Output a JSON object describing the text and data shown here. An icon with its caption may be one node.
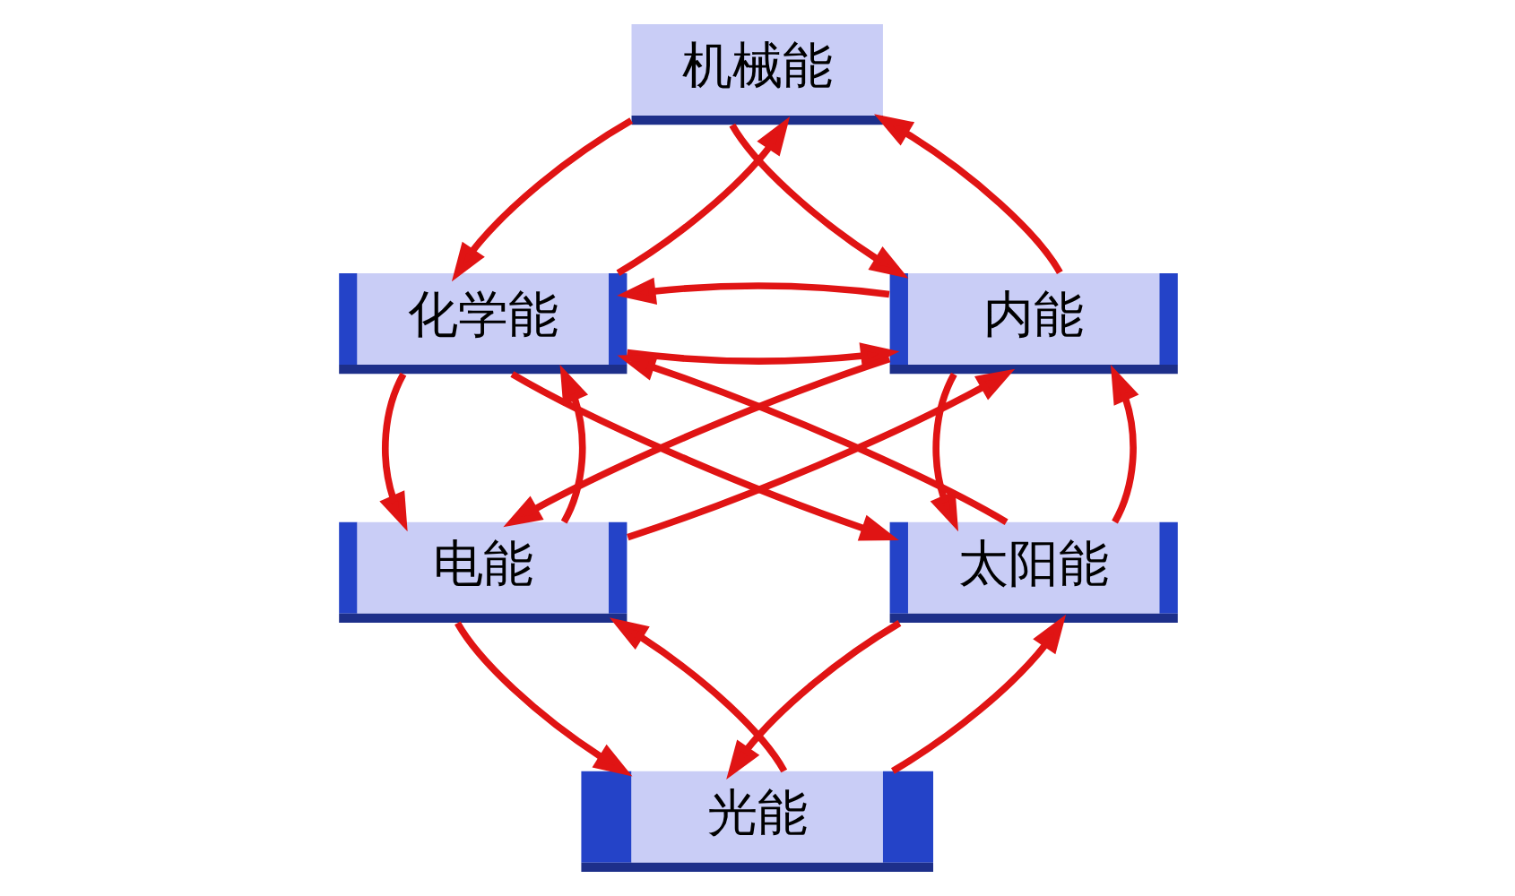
{
  "diagram": {
    "nodes": [
      {
        "text": [
          "机械能"
        ]
      },
      {
        "text": [
          "化学能"
        ]
      },
      {
        "text": [
          "内能"
        ]
      },
      {
        "text": [
          "电能"
        ]
      },
      {
        "text": [
          "太阳能"
        ]
      },
      {
        "text": [
          "光能"
        ]
      }
    ],
    "edges": [
      {
        "from": 0,
        "to": 1,
        "arrow": "to"
      },
      {
        "from": 1,
        "to": 0,
        "arrow": "to"
      },
      {
        "from": 0,
        "to": 2,
        "arrow": "to"
      },
      {
        "from": 2,
        "to": 0,
        "arrow": "to"
      },
      {
        "from": 1,
        "to": 2,
        "arrow": "to"
      },
      {
        "from": 2,
        "to": 1,
        "arrow": "to"
      },
      {
        "from": 1,
        "to": 3,
        "arrow": "to"
      },
      {
        "from": 3,
        "to": 1,
        "arrow": "to"
      },
      {
        "from": 2,
        "to": 4,
        "arrow": "to"
      },
      {
        "from": 4,
        "to": 2,
        "arrow": "to"
      },
      {
        "from": 1,
        "to": 4,
        "arrow": "to"
      },
      {
        "from": 4,
        "to": 1,
        "arrow": "to"
      },
      {
        "from": 3,
        "to": 2,
        "arrow": "to"
      },
      {
        "from": 2,
        "to": 3,
        "arrow": "to"
      },
      {
        "from": 3,
        "to": 5,
        "arrow": "to"
      },
      {
        "from": 5,
        "to": 3,
        "arrow": "to"
      },
      {
        "from": 5,
        "to": 4,
        "arrow": "to"
      },
      {
        "from": 4,
        "to": 5,
        "arrow": "to"
      }
    ]
  }
}
